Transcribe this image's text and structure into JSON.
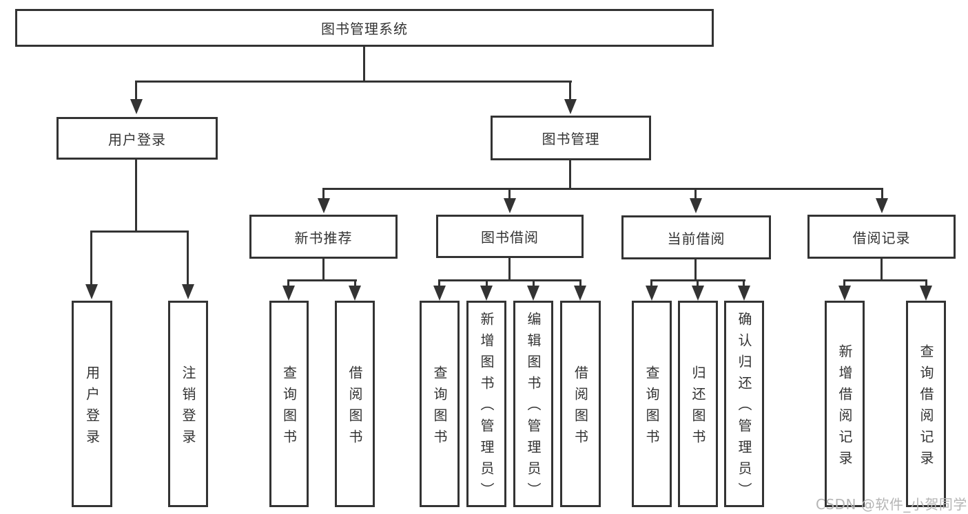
{
  "diagram_type": "hierarchy-tree",
  "colors": {
    "line": "#333333",
    "text": "#333333",
    "background": "#ffffff",
    "watermark": "#b5b5b5"
  },
  "watermark": {
    "text": "CSDN @软件_小贺同学"
  },
  "tree": {
    "label": "图书管理系统",
    "children": [
      {
        "label": "用户登录",
        "children": [
          {
            "label": "用户登录"
          },
          {
            "label": "注销登录"
          }
        ]
      },
      {
        "label": "图书管理",
        "children": [
          {
            "label": "新书推荐",
            "children": [
              {
                "label": "查询图书"
              },
              {
                "label": "借阅图书"
              }
            ]
          },
          {
            "label": "图书借阅",
            "children": [
              {
                "label": "查询图书"
              },
              {
                "label": "新增图书（管理员）"
              },
              {
                "label": "编辑图书（管理员）"
              },
              {
                "label": "借阅图书"
              }
            ]
          },
          {
            "label": "当前借阅",
            "children": [
              {
                "label": "查询图书"
              },
              {
                "label": "归还图书"
              },
              {
                "label": "确认归还（管理员）"
              }
            ]
          },
          {
            "label": "借阅记录",
            "children": [
              {
                "label": "新增借阅记录"
              },
              {
                "label": "查询借阅记录"
              }
            ]
          }
        ]
      }
    ]
  }
}
